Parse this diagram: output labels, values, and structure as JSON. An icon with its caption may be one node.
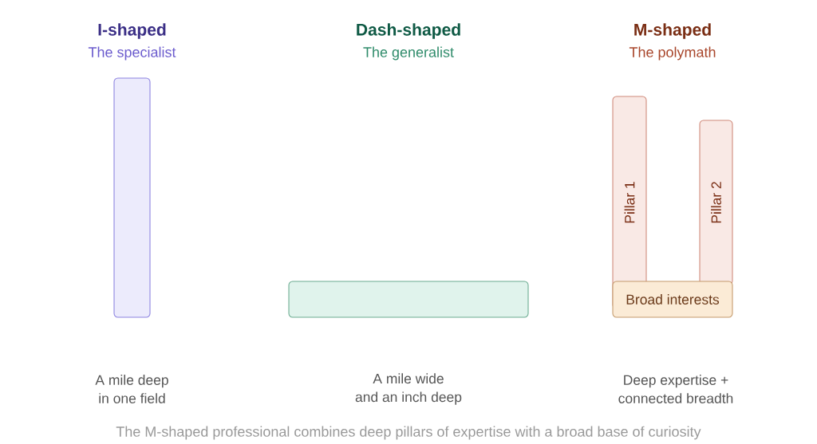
{
  "diagram": {
    "nodes": [
      {
        "text": [],
        "shape": "bar"
      },
      {
        "text": [],
        "shape": "bar"
      },
      {
        "text": [
          "Pillar 1"
        ]
      },
      {
        "text": [
          "Pillar 2"
        ]
      },
      {
        "text": [
          "Broad interests"
        ]
      }
    ],
    "labels": [
      "I-shaped",
      "Dash-shaped",
      "M-shaped",
      "The specialist",
      "The generalist",
      "The polymath",
      "A mile deep in one field",
      "A mile wide and an inch deep",
      "Deep expertise + connected breadth"
    ],
    "caption": "The M-shaped professional combines deep pillars of expertise with a broad base of curiosity"
  }
}
